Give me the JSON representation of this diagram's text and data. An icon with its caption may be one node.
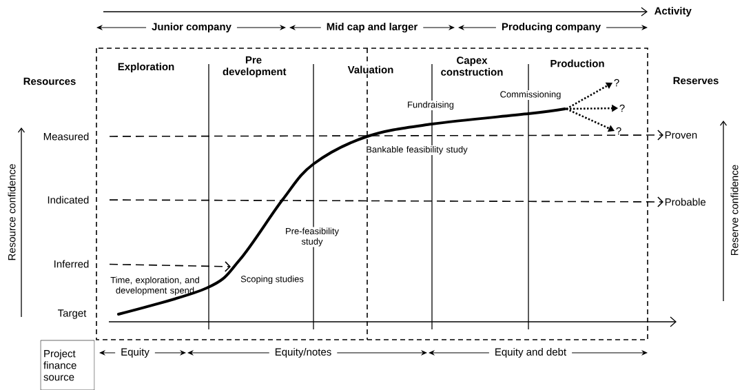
{
  "diagram": {
    "nodes": [
      {
        "text": [
          "?"
        ]
      },
      {
        "text": [
          "?"
        ]
      },
      {
        "text": [
          "?"
        ]
      },
      {
        "text": [
          "Measured"
        ]
      },
      {
        "text": [
          "Proven"
        ]
      },
      {
        "text": [
          "Indicated"
        ]
      },
      {
        "text": [
          "Probable"
        ]
      },
      {
        "text": [
          "Inferred"
        ]
      },
      {
        "text": [
          "Project finance source"
        ]
      }
    ],
    "edges": [
      {
        "from": null,
        "to": 0,
        "arrow": "to",
        "style": "dashed"
      },
      {
        "from": null,
        "to": 1,
        "arrow": "to",
        "style": "dashed"
      },
      {
        "from": null,
        "to": 2,
        "arrow": "to",
        "style": "dashed"
      },
      {
        "from": 3,
        "to": 4,
        "arrow": "to",
        "style": "dashed"
      },
      {
        "from": 5,
        "to": 6,
        "arrow": "to",
        "style": "dashed"
      },
      {
        "from": 7,
        "to": null,
        "arrow": "to",
        "style": "dashed"
      }
    ],
    "labels": [
      "Activity",
      "Junior company",
      "Mid cap and larger",
      "Producing company",
      "Exploration",
      "Pre development",
      "Valuation",
      "Capex construction",
      "Production",
      "Resources",
      "Reserves",
      "Commissioning",
      "Fundraising",
      "Bankable feasibility study",
      "Resource confidence",
      "Reserve confidence",
      "Pre-feasibility study",
      "Time, exploration, and development spend",
      "Scoping studies",
      "Target",
      "Equity",
      "Equity/notes",
      "Equity and debt"
    ]
  }
}
